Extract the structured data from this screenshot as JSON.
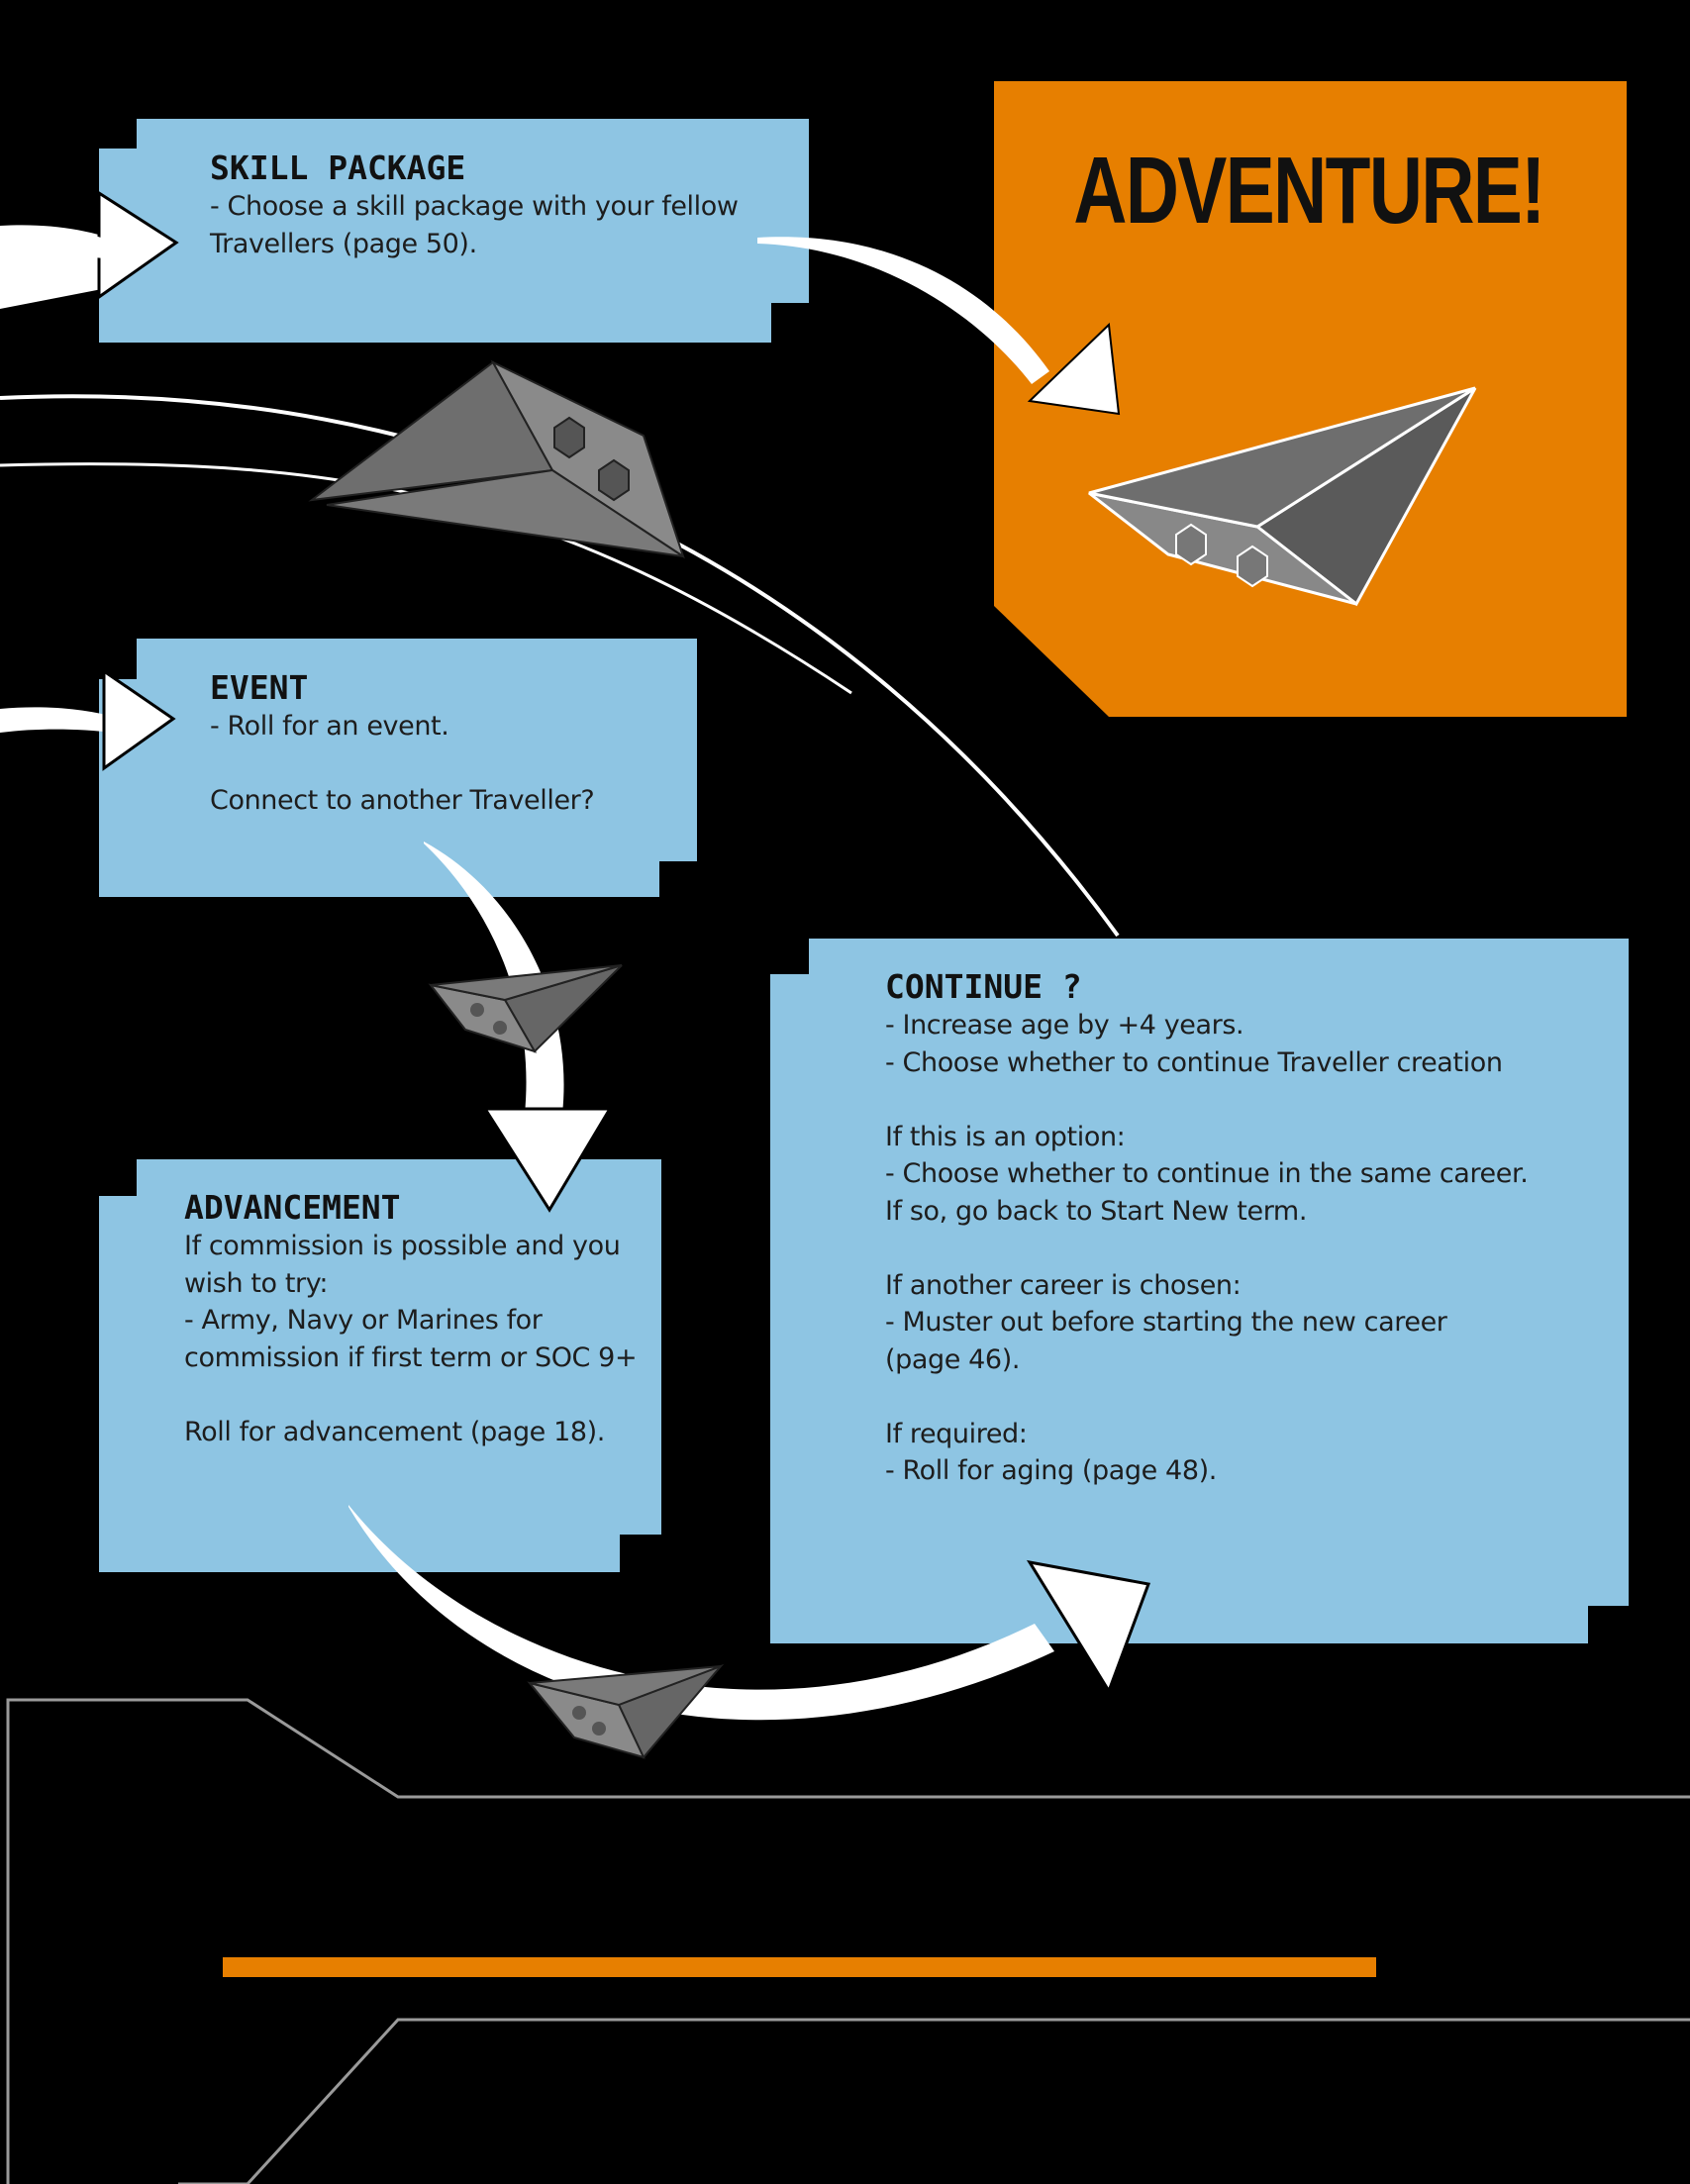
{
  "colors": {
    "background": "#000000",
    "panel": "#8ec5e3",
    "adventure": "#e77f00",
    "accent_bar": "#e77f00",
    "arrow": "#ffffff",
    "ship": "#808080"
  },
  "adventure": {
    "title": "ADVENTURE!"
  },
  "skill_package": {
    "title": "SKILL PACKAGE",
    "lines": [
      "- Choose a skill package with your fellow",
      "Travellers (page 50)."
    ]
  },
  "event": {
    "title": "EVENT",
    "lines": [
      "- Roll for an event.",
      "",
      "Connect to another Traveller?"
    ]
  },
  "advancement": {
    "title": "ADVANCEMENT",
    "lines": [
      "If commission is possible and you",
      "wish to try:",
      "- Army, Navy or Marines for",
      "commission if first term or SOC 9+",
      "",
      "Roll for advancement (page 18)."
    ]
  },
  "continue": {
    "title": "CONTINUE ?",
    "lines": [
      "- Increase age by +4 years.",
      "- Choose whether to continue Traveller creation",
      "",
      "If this is an option:",
      "- Choose whether to continue in the same career.",
      "If so, go back to Start New term.",
      "",
      "If another career is chosen:",
      "- Muster out before starting the new career",
      "(page 46).",
      "",
      "If required:",
      "- Roll for aging (page 48)."
    ]
  }
}
